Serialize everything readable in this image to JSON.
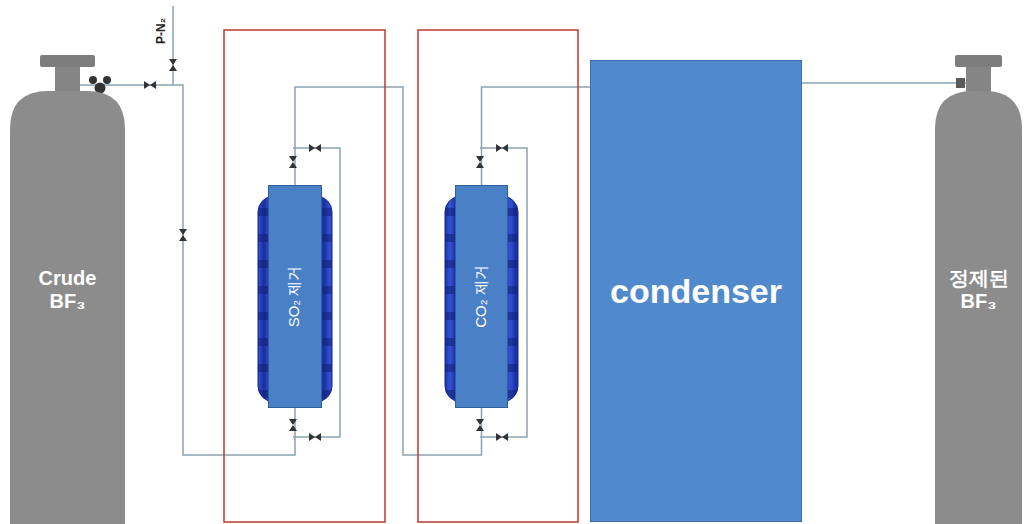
{
  "diagram": {
    "nodes": [
      {
        "text": [
          "Crude BF₃"
        ]
      },
      {
        "text": [
          "SO₂ 제거"
        ]
      },
      {
        "text": [
          "CO₂ 제거"
        ]
      },
      {
        "text": [
          "condenser"
        ]
      },
      {
        "text": [
          "정제된 BF₃"
        ]
      }
    ],
    "edges": [
      {
        "from": 0,
        "to": 1,
        "arrow": "none"
      },
      {
        "from": 1,
        "to": 2,
        "arrow": "none"
      },
      {
        "from": 2,
        "to": 3,
        "arrow": "none"
      },
      {
        "from": 3,
        "to": 4,
        "arrow": "none"
      }
    ],
    "labels": [
      "P-N₂"
    ]
  }
}
